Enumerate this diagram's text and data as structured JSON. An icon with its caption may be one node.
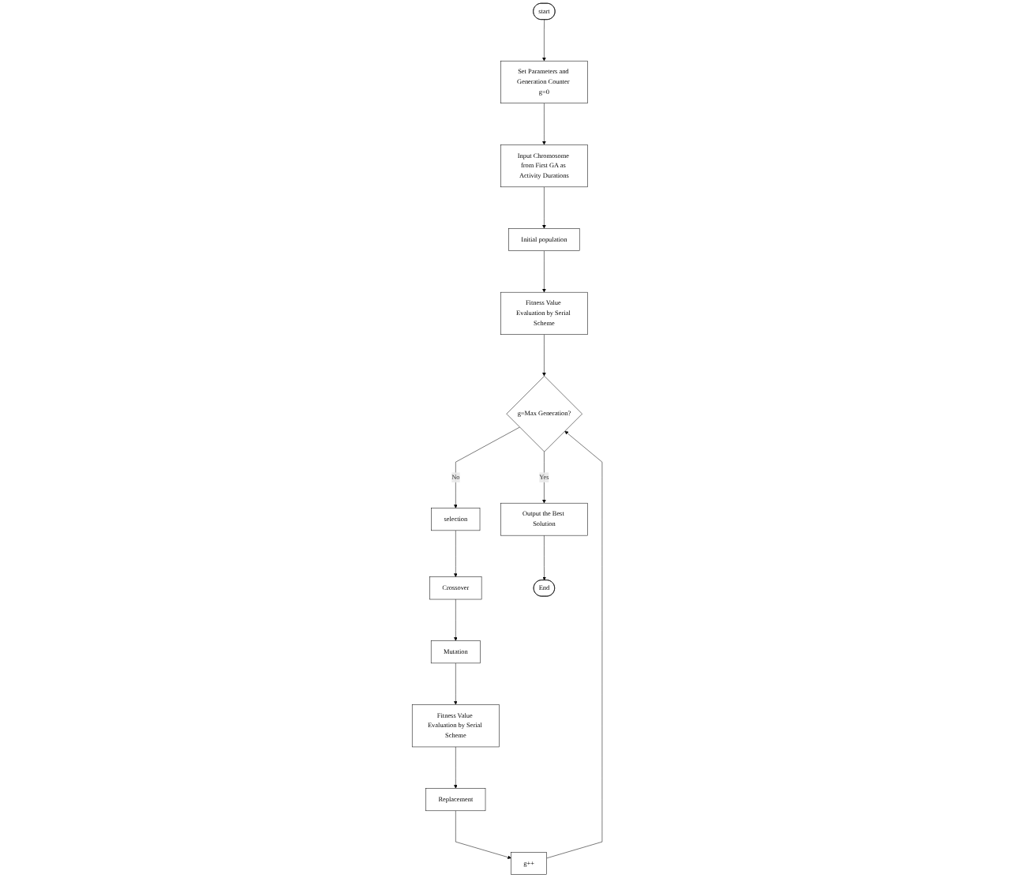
{
  "diagram": {
    "nodes": [
      {
        "text": [
          "start"
        ]
      },
      {
        "text": [
          "Set Parameters and Generation Counter g=0"
        ]
      },
      {
        "text": [
          "Input Chromosome from First GA as Activity Durations"
        ]
      },
      {
        "text": [
          "Initial population"
        ]
      },
      {
        "text": [
          "Fitness Value Evaluation by Serial Scheme"
        ]
      },
      {
        "text": [
          "g=Max Generation?"
        ]
      },
      {
        "text": [
          "selection"
        ]
      },
      {
        "text": [
          "Crossover"
        ]
      },
      {
        "text": [
          "Mutation"
        ]
      },
      {
        "text": [
          "Fitness Value Evaluation by Serial Scheme"
        ]
      },
      {
        "text": [
          "Replacement"
        ]
      },
      {
        "text": [
          "g++"
        ]
      },
      {
        "text": [
          "Output the Best Solution"
        ]
      },
      {
        "text": [
          "End"
        ]
      }
    ],
    "edges": [
      {
        "from": 0,
        "to": 1,
        "arrow": "to"
      },
      {
        "from": 1,
        "to": 2,
        "arrow": "to"
      },
      {
        "from": 2,
        "to": 3,
        "arrow": "to"
      },
      {
        "from": 3,
        "to": 4,
        "arrow": "to"
      },
      {
        "from": 4,
        "to": 5,
        "arrow": "to"
      },
      {
        "from": 5,
        "to": 6,
        "label": "No",
        "arrow": "to"
      },
      {
        "from": 6,
        "to": 7,
        "arrow": "to"
      },
      {
        "from": 7,
        "to": 8,
        "arrow": "to"
      },
      {
        "from": 8,
        "to": 9,
        "arrow": "to"
      },
      {
        "from": 9,
        "to": 10,
        "arrow": "to"
      },
      {
        "from": 10,
        "to": 11,
        "arrow": "to"
      },
      {
        "from": 11,
        "to": 5,
        "arrow": "to"
      },
      {
        "from": 5,
        "to": 12,
        "label": "Yes",
        "arrow": "to"
      },
      {
        "from": 12,
        "to": 13,
        "arrow": "to"
      }
    ]
  }
}
